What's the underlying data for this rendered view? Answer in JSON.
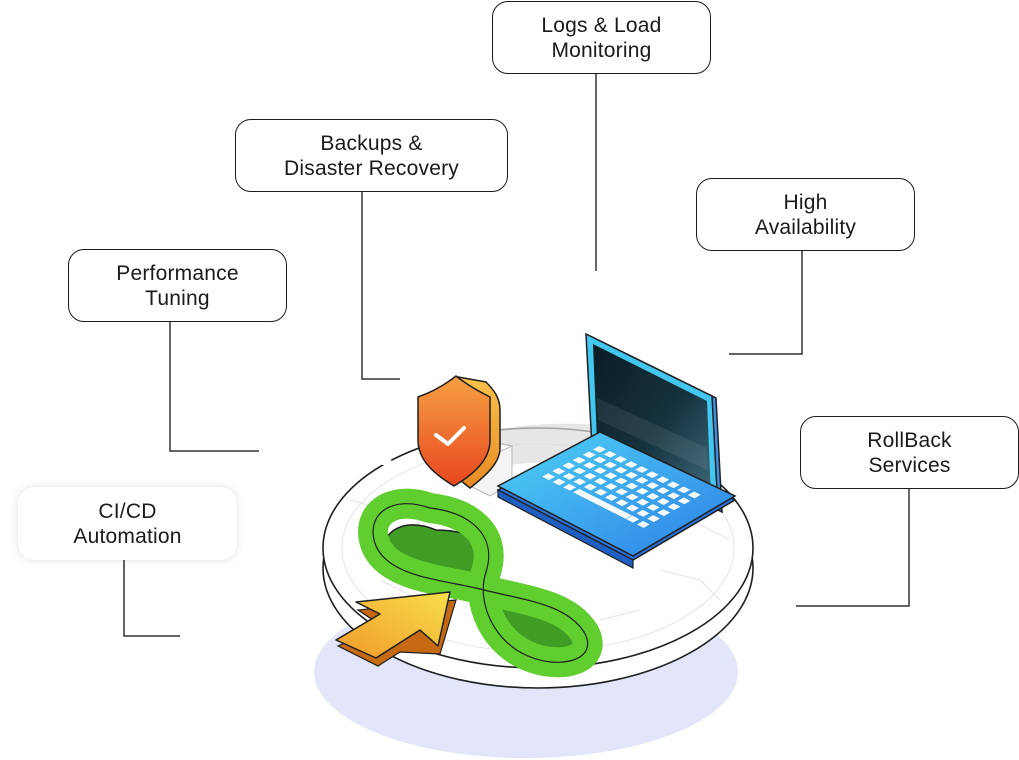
{
  "labels": {
    "logs_monitoring": {
      "line1": "Logs & Load",
      "line2": "Monitoring"
    },
    "backups": {
      "line1": "Backups &",
      "line2": "Disaster Recovery"
    },
    "high_availability": {
      "line1": "High",
      "line2": "Availability"
    },
    "performance": {
      "line1": "Performance",
      "line2": "Tuning"
    },
    "rollback": {
      "line1": "RollBack",
      "line2": "Services"
    },
    "cicd": {
      "line1": "CI/CD",
      "line2": "Automation"
    }
  },
  "icons": [
    "shield-check-icon",
    "laptop-icon",
    "infinity-loop-icon",
    "arrow-cursor-icon"
  ],
  "colors": {
    "connector": "#333333",
    "platform_shadow": "#e3e6fb",
    "shield_orange": "#f0782a",
    "laptop_blue": "#3aa6ee",
    "infinity_green": "#5fce2e",
    "arrow_yellow": "#f6c13a"
  }
}
